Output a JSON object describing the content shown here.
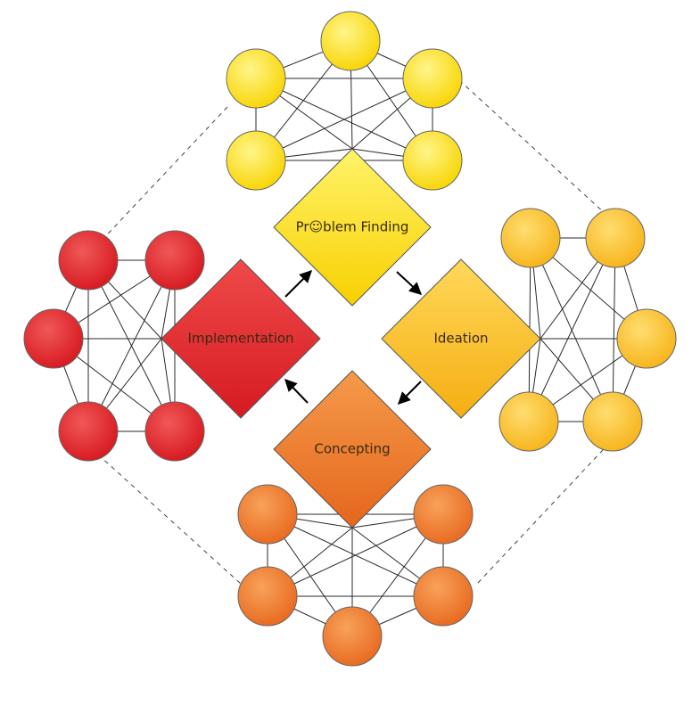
{
  "diagram": {
    "steps": [
      {
        "id": "problem-finding",
        "label": "Pr☺blem Finding",
        "color": "#FFE000"
      },
      {
        "id": "ideation",
        "label": "Ideation",
        "color": "#FBBD1A"
      },
      {
        "id": "concepting",
        "label": "Concepting",
        "color": "#EE7A28"
      },
      {
        "id": "implementation",
        "label": "Implementation",
        "color": "#E0252B"
      }
    ],
    "flow": "clockwise: Problem Finding → Ideation → Concepting → Implementation → Problem Finding",
    "cluster_colors": {
      "top": "#FFE000",
      "right": "#FBBD1A",
      "bottom": "#EE7A28",
      "left": "#E0252B"
    },
    "colors": {
      "edge": "#2a2a2a",
      "dashed_outline": "#444444",
      "arrow": "#000000"
    }
  }
}
